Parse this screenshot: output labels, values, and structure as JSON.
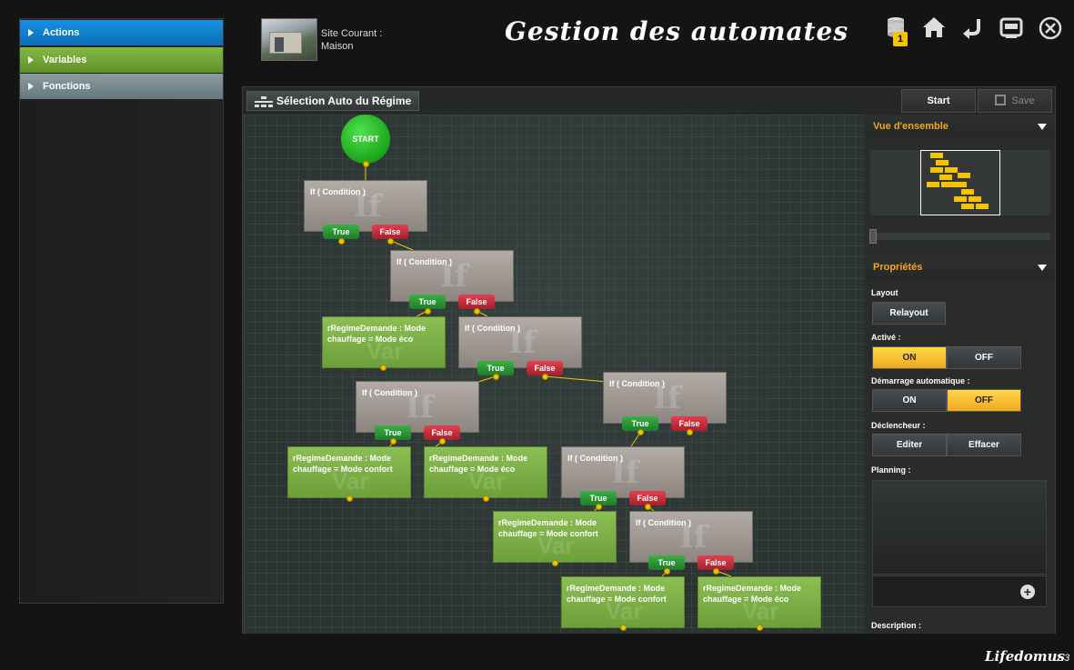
{
  "sidebar": {
    "items": [
      {
        "label": "Actions",
        "color": "#1a8fe0"
      },
      {
        "label": "Variables",
        "color": "#6ea432"
      },
      {
        "label": "Fonctions",
        "color": "#7a8b92"
      }
    ]
  },
  "header": {
    "site_label": "Site Courant :",
    "site_name": "Maison",
    "title": "Gestion des automates",
    "db_badge": "1",
    "icons": [
      "database-icon",
      "home-icon",
      "back-icon",
      "window-icon",
      "close-icon"
    ]
  },
  "editor": {
    "program_name": "Sélection Auto du Régime",
    "start_label": "Start",
    "save_label": "Save",
    "start_node": "START",
    "if_label": "If ( Condition )",
    "if_watermark": "If",
    "var_watermark": "Var",
    "true_label": "True",
    "false_label": "False",
    "actions": [
      {
        "text": "rRegimeDemande : Mode chauffage = Mode éco"
      },
      {
        "text": "rRegimeDemande : Mode chauffage = Mode confort"
      },
      {
        "text": "rRegimeDemande : Mode chauffage = Mode éco"
      },
      {
        "text": "rRegimeDemande : Mode chauffage = Mode confort"
      },
      {
        "text": "rRegimeDemande : Mode chauffage = Mode confort"
      },
      {
        "text": "rRegimeDemande : Mode chauffage = Mode éco"
      }
    ]
  },
  "panel": {
    "overview_title": "Vue d'ensemble",
    "properties_title": "Propriétés",
    "layout_label": "Layout",
    "relayout_button": "Relayout",
    "active_label": "Activé :",
    "on_label": "ON",
    "off_label": "OFF",
    "active_state": "ON",
    "autostart_label": "Démarrage automatique :",
    "autostart_state": "OFF",
    "trigger_label": "Déclencheur :",
    "edit_button": "Editer",
    "clear_button": "Effacer",
    "planning_label": "Planning :",
    "description_label": "Description :"
  },
  "footer": {
    "brand": "Lifedomus",
    "version": "1.3"
  },
  "colors": {
    "accent": "#f0a81e",
    "true": "#2e9e38",
    "false": "#c8303d",
    "action": "#7cae46",
    "condition": "#a29b95"
  }
}
